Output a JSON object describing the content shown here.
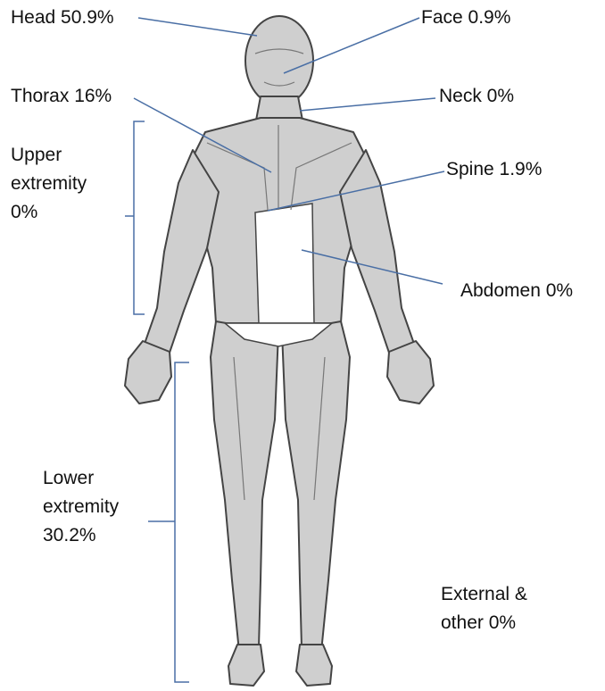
{
  "colors": {
    "leader_line": "#4a6fa5",
    "body_fill": "#cfcfcf",
    "body_stroke": "#444444",
    "text": "#111111"
  },
  "labels": {
    "head": "Head 50.9%",
    "face": "Face 0.9%",
    "thorax": "Thorax 16%",
    "neck": "Neck 0%",
    "upper_extremity": [
      "Upper",
      "extremity",
      "0%"
    ],
    "spine": "Spine 1.9%",
    "abdomen": "Abdomen 0%",
    "lower_extremity": [
      "Lower",
      "extremity",
      "30.2%"
    ],
    "external_other": [
      "External &",
      "other 0%"
    ]
  }
}
